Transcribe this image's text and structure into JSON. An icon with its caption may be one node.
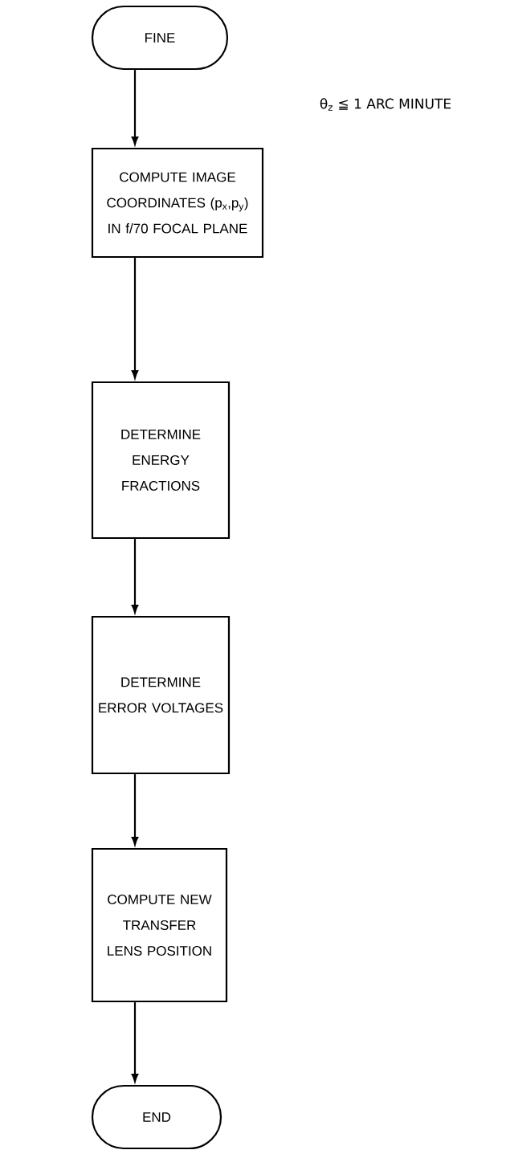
{
  "diagram": {
    "nodes": [
      {
        "text": [
          "FINE"
        ]
      },
      {
        "text": [
          "COMPUTE IMAGE COORDINATES (p$_{x}$,p$_{y}$) IN f/70 FOCAL PLANE"
        ]
      },
      {
        "text": [
          "DETERMINE ENERGY FRACTIONS"
        ]
      },
      {
        "text": [
          "DETERMINE ERROR VOLTAGES"
        ]
      },
      {
        "text": [
          "COMPUTE NEW TRANSFER LENS POSITION"
        ]
      },
      {
        "text": [
          "END"
        ]
      }
    ],
    "edges": [
      {
        "from": 0,
        "to": 1,
        "arrow": "to"
      },
      {
        "from": 1,
        "to": 2,
        "arrow": "to"
      },
      {
        "from": 2,
        "to": 3,
        "arrow": "to"
      },
      {
        "from": 3,
        "to": 4,
        "arrow": "to"
      },
      {
        "from": 4,
        "to": 5,
        "arrow": "to"
      }
    ],
    "labels": [
      "θ$_{z}$ ≦ 1 ARC MINUTE"
    ]
  }
}
